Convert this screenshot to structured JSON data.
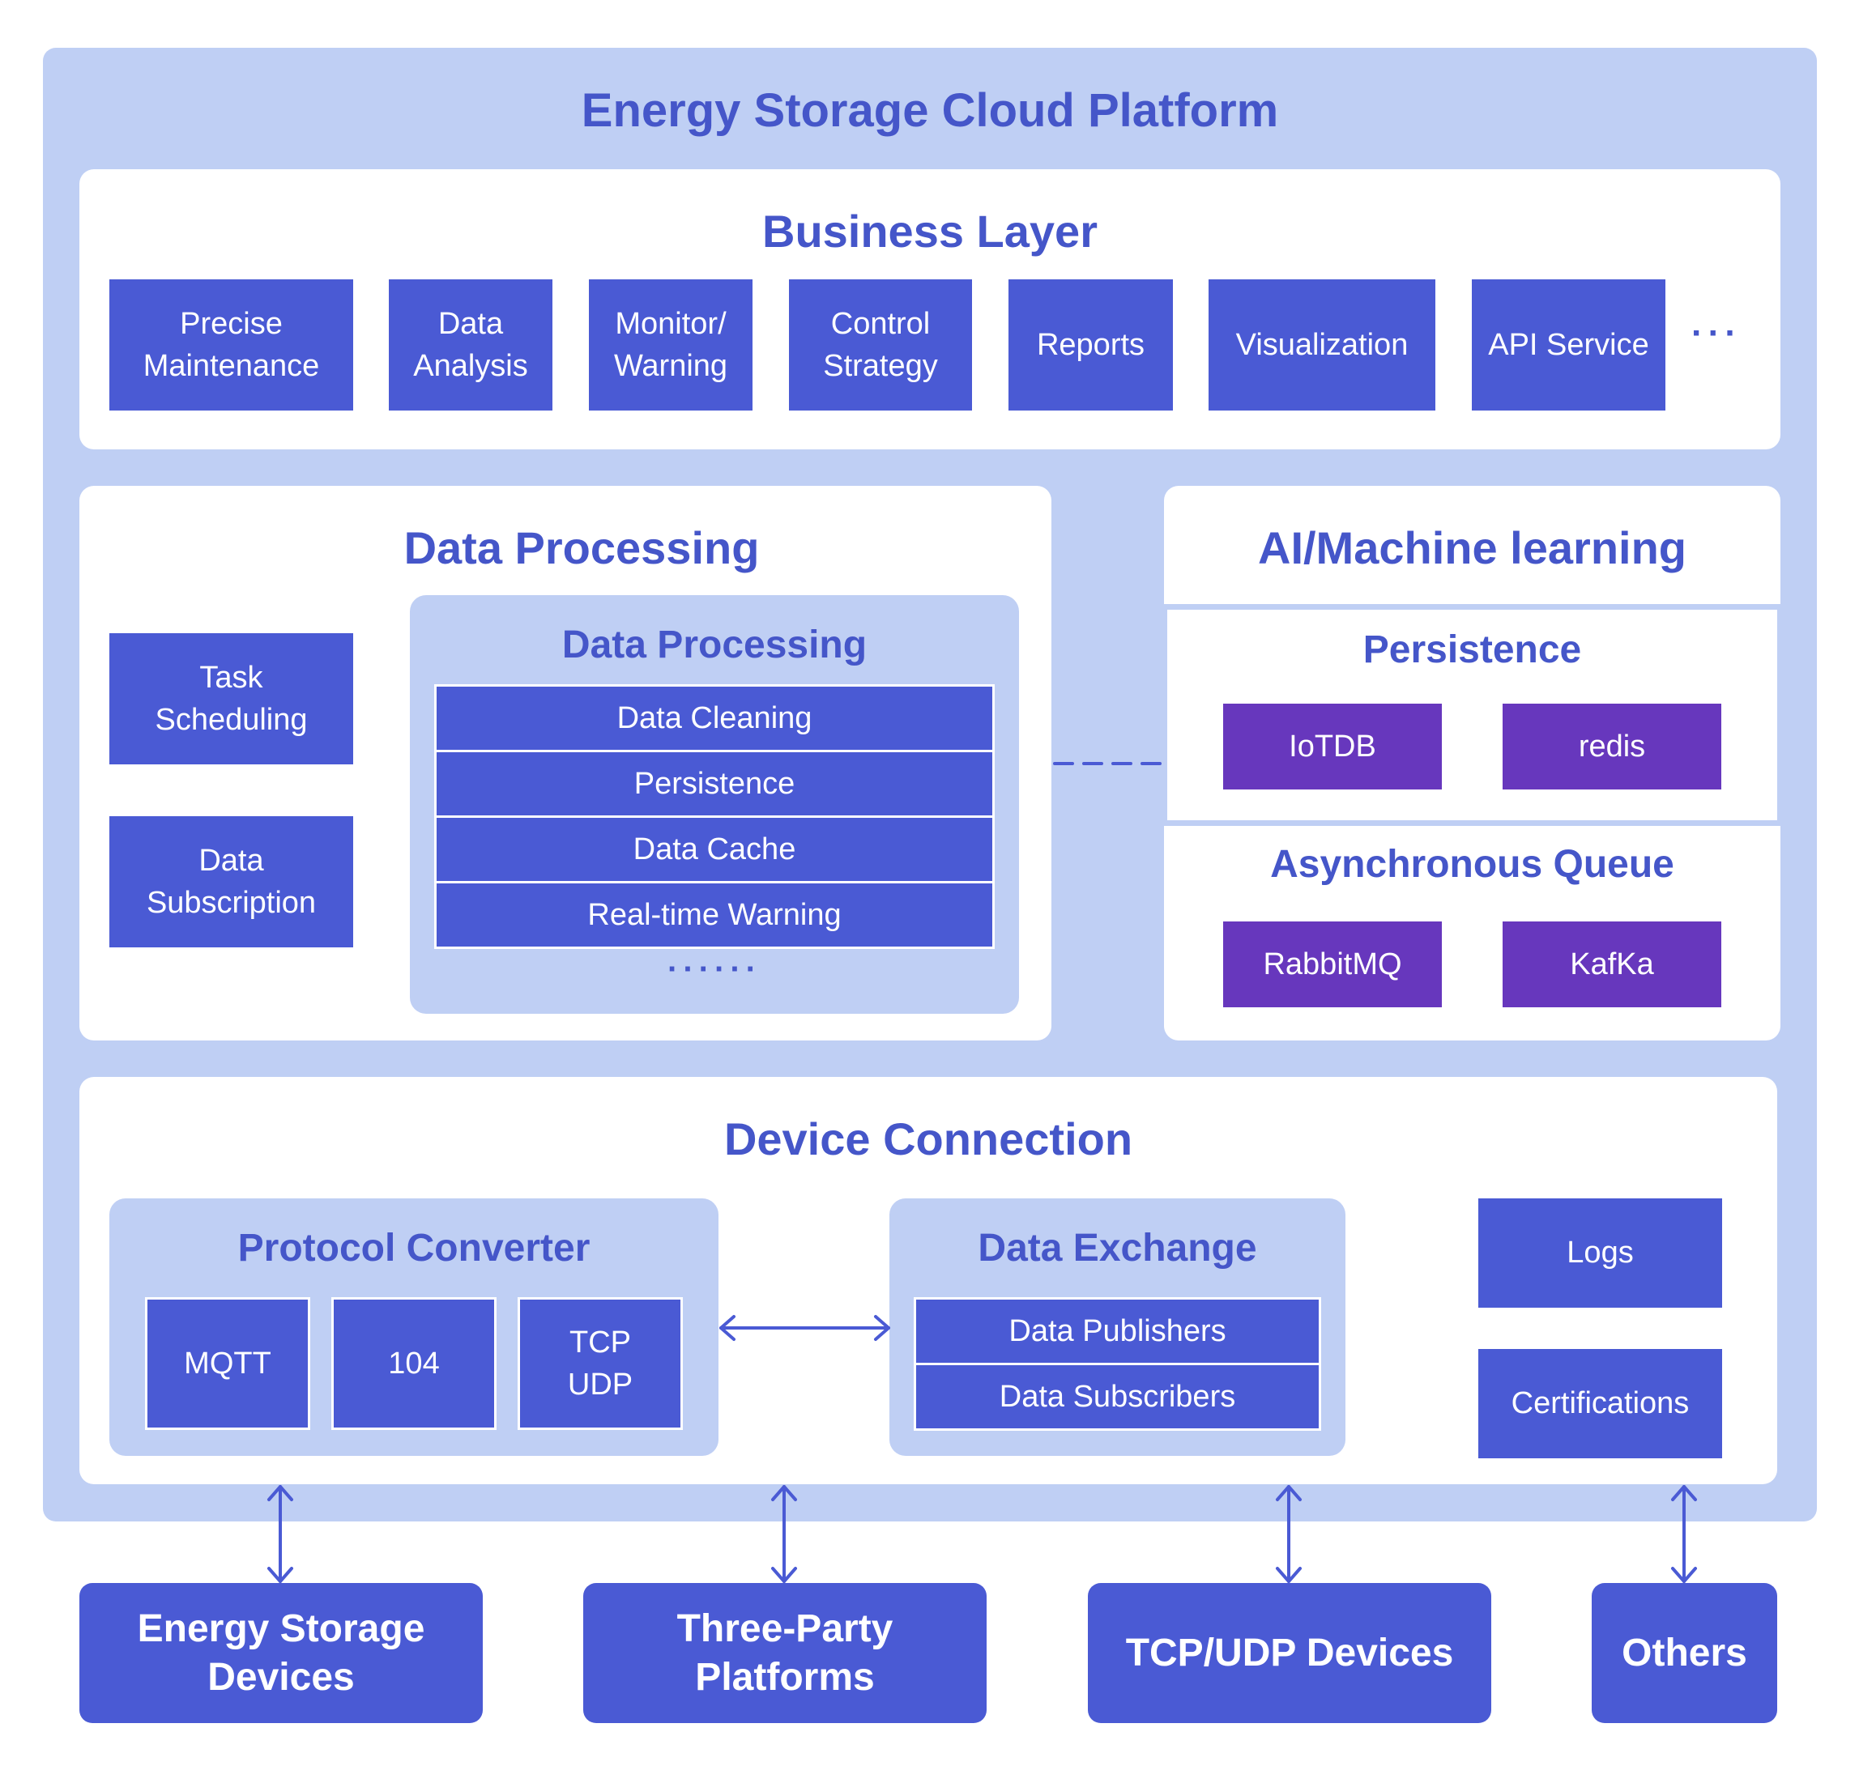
{
  "platform": {
    "title": "Energy Storage Cloud Platform"
  },
  "business": {
    "title": "Business Layer",
    "items": [
      "Precise\nMaintenance",
      "Data\nAnalysis",
      "Monitor/\nWarning",
      "Control\nStrategy",
      "Reports",
      "Visualization",
      "API Service"
    ],
    "more": "···"
  },
  "data_processing": {
    "title": "Data Processing",
    "side_items": [
      "Task\nScheduling",
      "Data\nSubscription"
    ],
    "inner": {
      "title": "Data Processing",
      "rows": [
        "Data Cleaning",
        "Persistence",
        "Data Cache",
        "Real-time Warning"
      ],
      "more": "······"
    }
  },
  "ai": {
    "title": "AI/Machine learning",
    "persistence": {
      "title": "Persistence",
      "items": [
        "IoTDB",
        "redis"
      ]
    },
    "queue": {
      "title": "Asynchronous Queue",
      "items": [
        "RabbitMQ",
        "KafKa"
      ]
    }
  },
  "device": {
    "title": "Device Connection",
    "protocol": {
      "title": "Protocol Converter",
      "items": [
        "MQTT",
        "104",
        "TCP\nUDP"
      ]
    },
    "exchange": {
      "title": "Data Exchange",
      "rows": [
        "Data Publishers",
        "Data Subscribers"
      ]
    },
    "side": [
      "Logs",
      "Certifications"
    ]
  },
  "external": [
    "Energy Storage\nDevices",
    "Three-Party\nPlatforms",
    "TCP/UDP Devices",
    "Others"
  ],
  "colors": {
    "primary": "#4a5ad4",
    "purple": "#6737bd",
    "light": "#bfcff4",
    "title": "#4556c9"
  }
}
